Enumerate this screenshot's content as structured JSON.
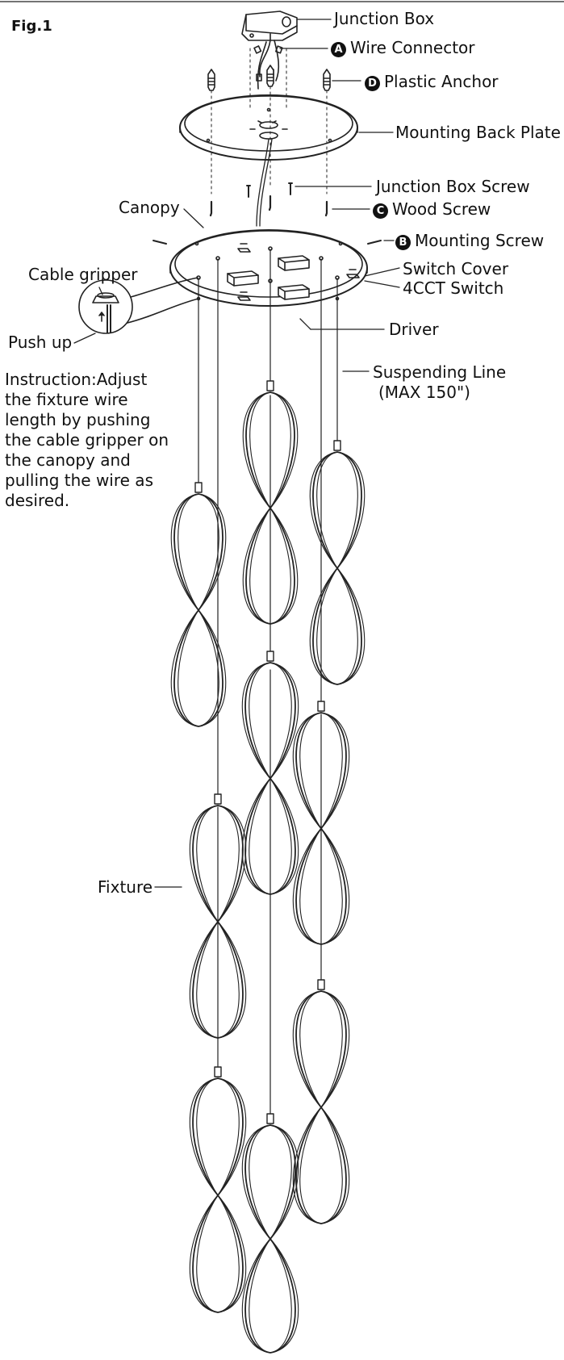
{
  "figure_label": "Fig.1",
  "labels": {
    "junction_box": "Junction Box",
    "wire_connector": "Wire Connector",
    "plastic_anchor": "Plastic Anchor",
    "mounting_back_plate": "Mounting Back Plate",
    "junction_box_screw": "Junction Box Screw",
    "wood_screw": "Wood Screw",
    "canopy": "Canopy",
    "mounting_screw": "Mounting Screw",
    "switch_cover": "Switch Cover",
    "switch_4cct": "4CCT Switch",
    "cable_gripper": "Cable gripper",
    "push_up": "Push up",
    "driver": "Driver",
    "suspending_line": "Suspending Line",
    "suspending_line_max": "(MAX 150\")",
    "fixture": "Fixture"
  },
  "badges": {
    "a": "A",
    "b": "B",
    "c": "C",
    "d": "D"
  },
  "instruction": "Instruction:Adjust the fixture wire length by pushing the cable gripper on the canopy and pulling the wire as desired."
}
